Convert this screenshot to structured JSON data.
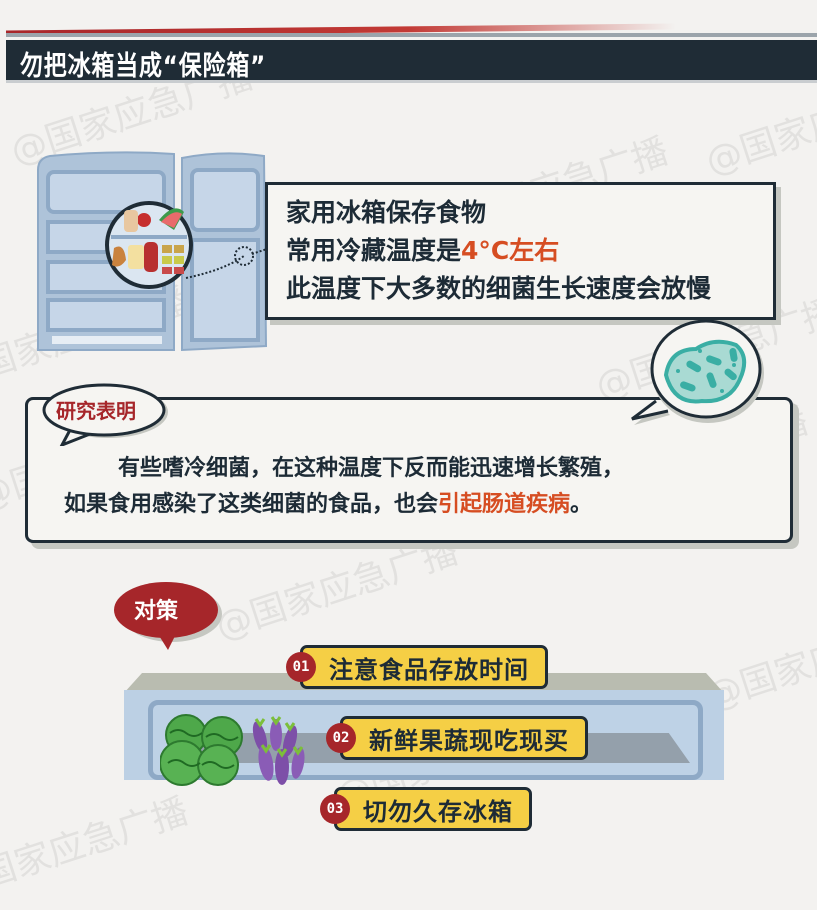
{
  "header": {
    "title": "勿把冰箱当成“保险箱”"
  },
  "info_box": {
    "line1": "家用冰箱保存食物",
    "line2_prefix": "常用冷藏温度是",
    "line2_highlight": "4°C左右",
    "line3": "此温度下大多数的细菌生长速度会放慢"
  },
  "research": {
    "label": "研究表明",
    "line1": "有些嗜冷细菌，在这种温度下反而能迅速增长繁殖，",
    "line2_prefix": "如果食用感染了这类细菌的食品，也会",
    "line2_highlight": "引起肠道疾病",
    "line2_suffix": "。"
  },
  "countermeasures": {
    "label": "对策",
    "tips": [
      {
        "badge": "01",
        "label": "注意食品存放时间"
      },
      {
        "badge": "02",
        "label": "新鲜果蔬现吃现买"
      },
      {
        "badge": "03",
        "label": "切勿久存冰箱"
      }
    ]
  },
  "watermark": "@国家应急广播",
  "colors": {
    "header_bg": "#1f2c36",
    "accent_orange": "#d64d22",
    "badge_red": "#a6262a",
    "tip_yellow": "#f5cf45",
    "text_dark": "#1d2b36"
  }
}
